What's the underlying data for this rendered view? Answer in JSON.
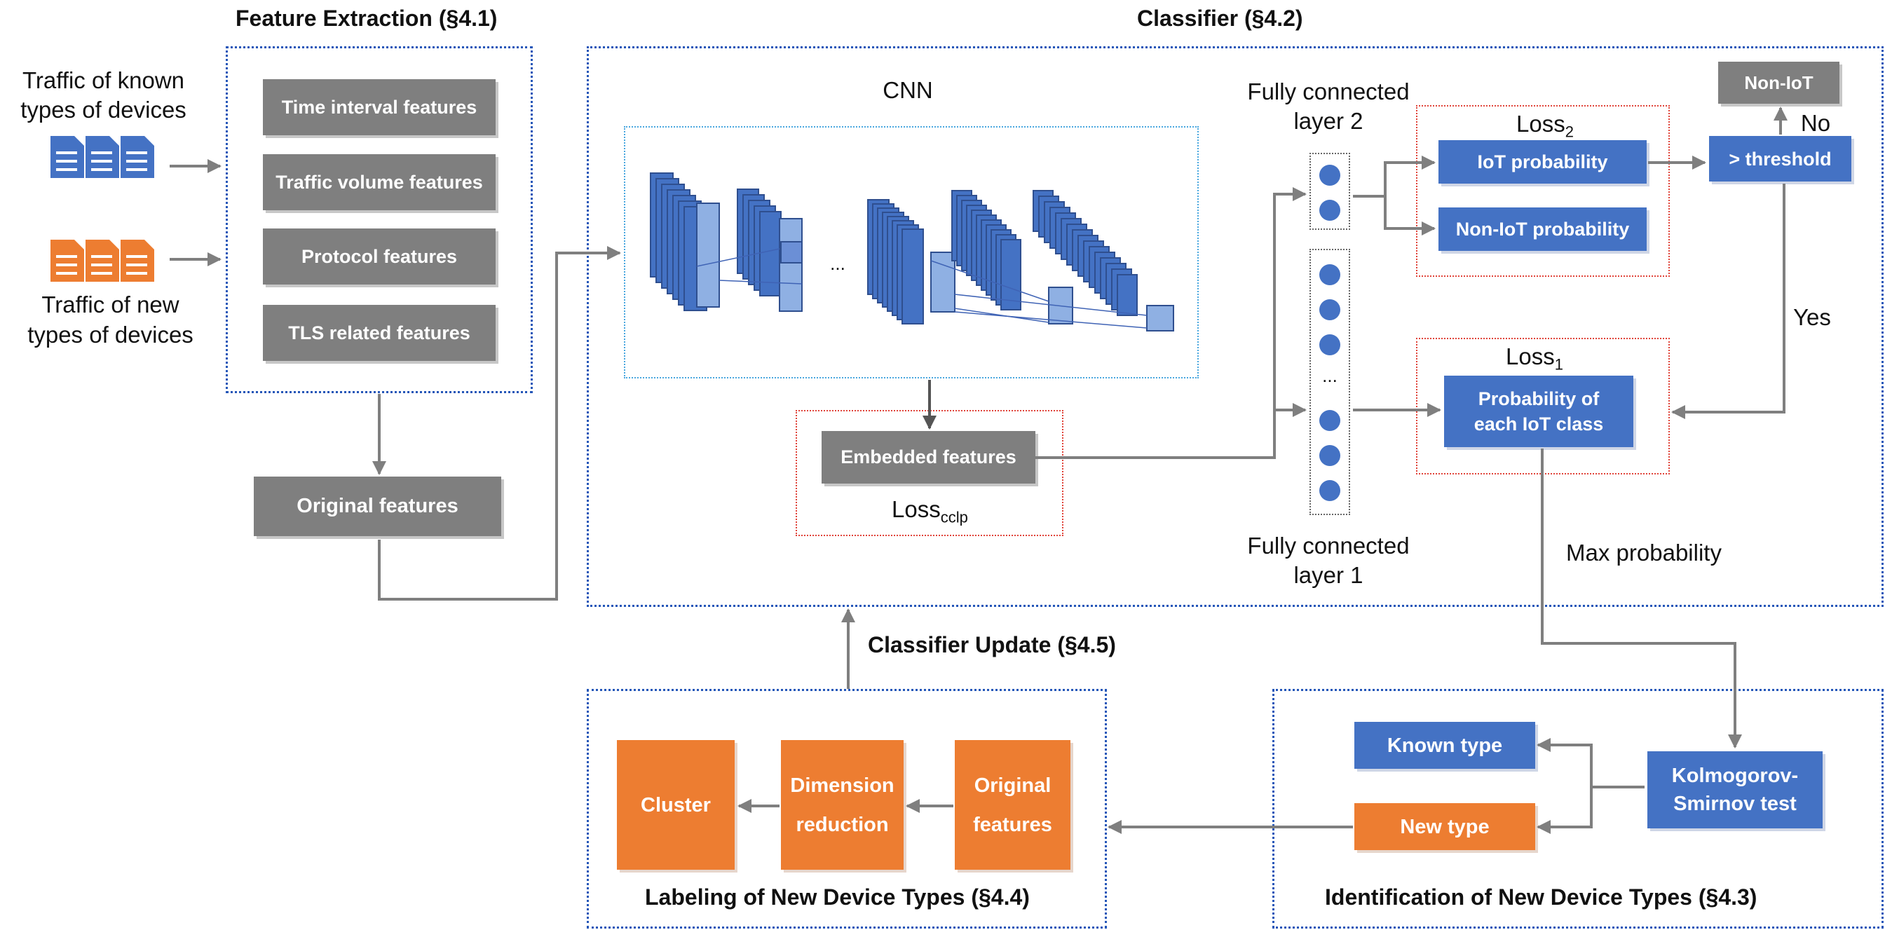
{
  "sections": {
    "feature_extraction": "Feature Extraction (§4.1)",
    "classifier": "Classifier (§4.2)",
    "classifier_update": "Classifier Update (§4.5)",
    "labeling": "Labeling of New Device Types (§4.4)",
    "identification": "Identification of New Device Types (§4.3)"
  },
  "inputs": {
    "known_line1": "Traffic of known",
    "known_line2": "types of devices",
    "new_line1": "Traffic of new",
    "new_line2": "types of devices"
  },
  "features": {
    "time_interval": "Time interval features",
    "traffic_volume": "Traffic volume features",
    "protocol": "Protocol features",
    "tls": "TLS related features",
    "original": "Original features"
  },
  "classifier": {
    "cnn": "CNN",
    "ellipsis": "...",
    "embedded": "Embedded features",
    "loss_cclp": "Loss",
    "loss_cclp_sub": "cclp",
    "fc2_line1": "Fully connected",
    "fc2_line2": "layer 2",
    "fc1_line1": "Fully connected",
    "fc1_line2": "layer 1",
    "fc_ellipsis": "...",
    "loss2": "Loss",
    "loss2_sub": "2",
    "loss1": "Loss",
    "loss1_sub": "1",
    "iot_prob": "IoT probability",
    "noniot_prob": "Non-IoT probability",
    "threshold": "> threshold",
    "noniot": "Non-IoT",
    "no": "No",
    "yes": "Yes",
    "prob_each_line1": "Probability of",
    "prob_each_line2": "each IoT class",
    "max_prob": "Max probability"
  },
  "identification": {
    "ks_line1": "Kolmogorov-",
    "ks_line2": "Smirnov test",
    "known_type": "Known type",
    "new_type": "New type"
  },
  "labeling": {
    "original_line1": "Original",
    "original_line2": "features",
    "dimension_line1": "Dimension",
    "dimension_line2": "reduction",
    "cluster": "Cluster"
  },
  "colors": {
    "blue": "#4472c4",
    "orange": "#ed7d31",
    "gray": "#7f7f7f",
    "dotted_blue": "#2456b8",
    "dotted_red": "#e0443a"
  }
}
